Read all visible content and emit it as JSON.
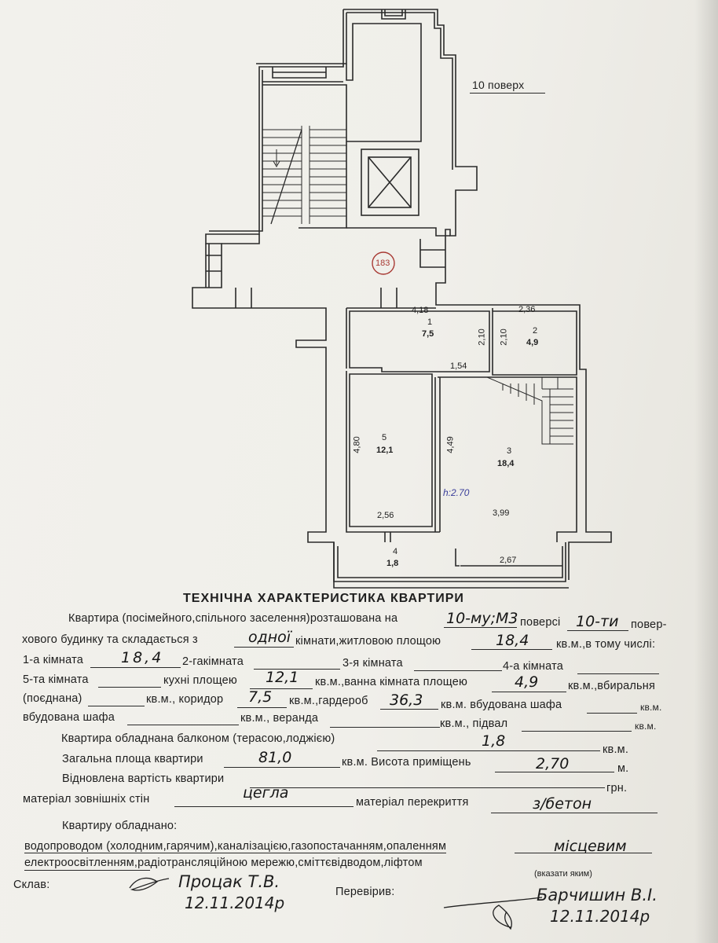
{
  "floor_label": "10 поверх",
  "apartment_number": "183",
  "plan_labels": {
    "room1": {
      "num": "1",
      "area": "7,5"
    },
    "room2": {
      "num": "2",
      "area": "4,9"
    },
    "room3": {
      "num": "3",
      "area": "18,4"
    },
    "room4": {
      "num": "4",
      "area": "1,8"
    },
    "room5": {
      "num": "5",
      "area": "12,1"
    },
    "dims": {
      "d418": "4,18",
      "d236": "2,36",
      "d210a": "2,10",
      "d210b": "2,10",
      "d154": "1,54",
      "d480": "4,80",
      "d449": "4,49",
      "d256": "2,56",
      "d399": "3,99",
      "d267": "2,67"
    },
    "height_note": "h:2.70"
  },
  "title": "ТЕХНІЧНА ХАРАКТЕРИСТИКА КВАРТИРИ",
  "form": {
    "l1a": "Квартира (посімейного,спільного заселення)розташована на",
    "l1b": "поверсі",
    "l1c": "повер-",
    "l2a": "хового будинку та складається з",
    "l2b": "кімнати,житловою площою",
    "l2c": "кв.м.,в тому числі:",
    "l3a": "1-а кімната",
    "l3b": "2-гакімната",
    "l3c": "3-я кімната",
    "l3d": "4-а кімната",
    "l4a": "5-та кімната",
    "l4b": "кухні площею",
    "l4c": "кв.м.,ванна кімната площею",
    "l4d": "кв.м.,вбиральня",
    "l5a": "(поєднана)",
    "l5b": "кв.м., коридор",
    "l5c": "кв.м.,гардероб",
    "l5d": "кв.м. вбудована шафа",
    "l5e": "кв.м.",
    "l6a": "вбудована шафа",
    "l6b": "кв.м., веранда",
    "l6c": "кв.м., підвал",
    "l6d": "кв.м.",
    "l7a": "Квартира обладнана балконом (терасою,лоджією)",
    "l7b": "кв.м.",
    "l8a": "Загальна площа квартири",
    "l8b": "кв.м. Висота приміщень",
    "l8c": "м.",
    "l9a": "Відновлена вартість квартири",
    "l9b": "грн.",
    "l10a": "матеріал зовнішніх стін",
    "l10b": "матеріал перекриття",
    "l11": "Квартиру обладнано:",
    "l12": "водопроводом (холодним,гарячим),каналізацією,газопостачанням,опаленням",
    "l13": "електроосвітленням,радіотрансляційною мережю,сміттєвідводом,ліфтом",
    "l13b": "(вказати яким)",
    "sklav": "Склав:",
    "pereviryv": "Перевірив:"
  },
  "handwritten": {
    "floor": "10-му;М3",
    "storeys": "10-ти",
    "rooms": "одної",
    "living_area": "18,4",
    "room1_area": "18,4",
    "kitchen": "12,1",
    "bath": "4,9",
    "corridor": "7,5",
    "wardrobe": "36,3",
    "balcony": "1,8",
    "total_area": "81,0",
    "height": "2,70",
    "walls": "цегла",
    "ceiling": "з/бетон",
    "heating": "місцевим",
    "author": "Процак Т.В.",
    "author_date": "12.11.2014р",
    "checker": "Барчишин В.І.",
    "checker_date": "12.11.2014р"
  }
}
